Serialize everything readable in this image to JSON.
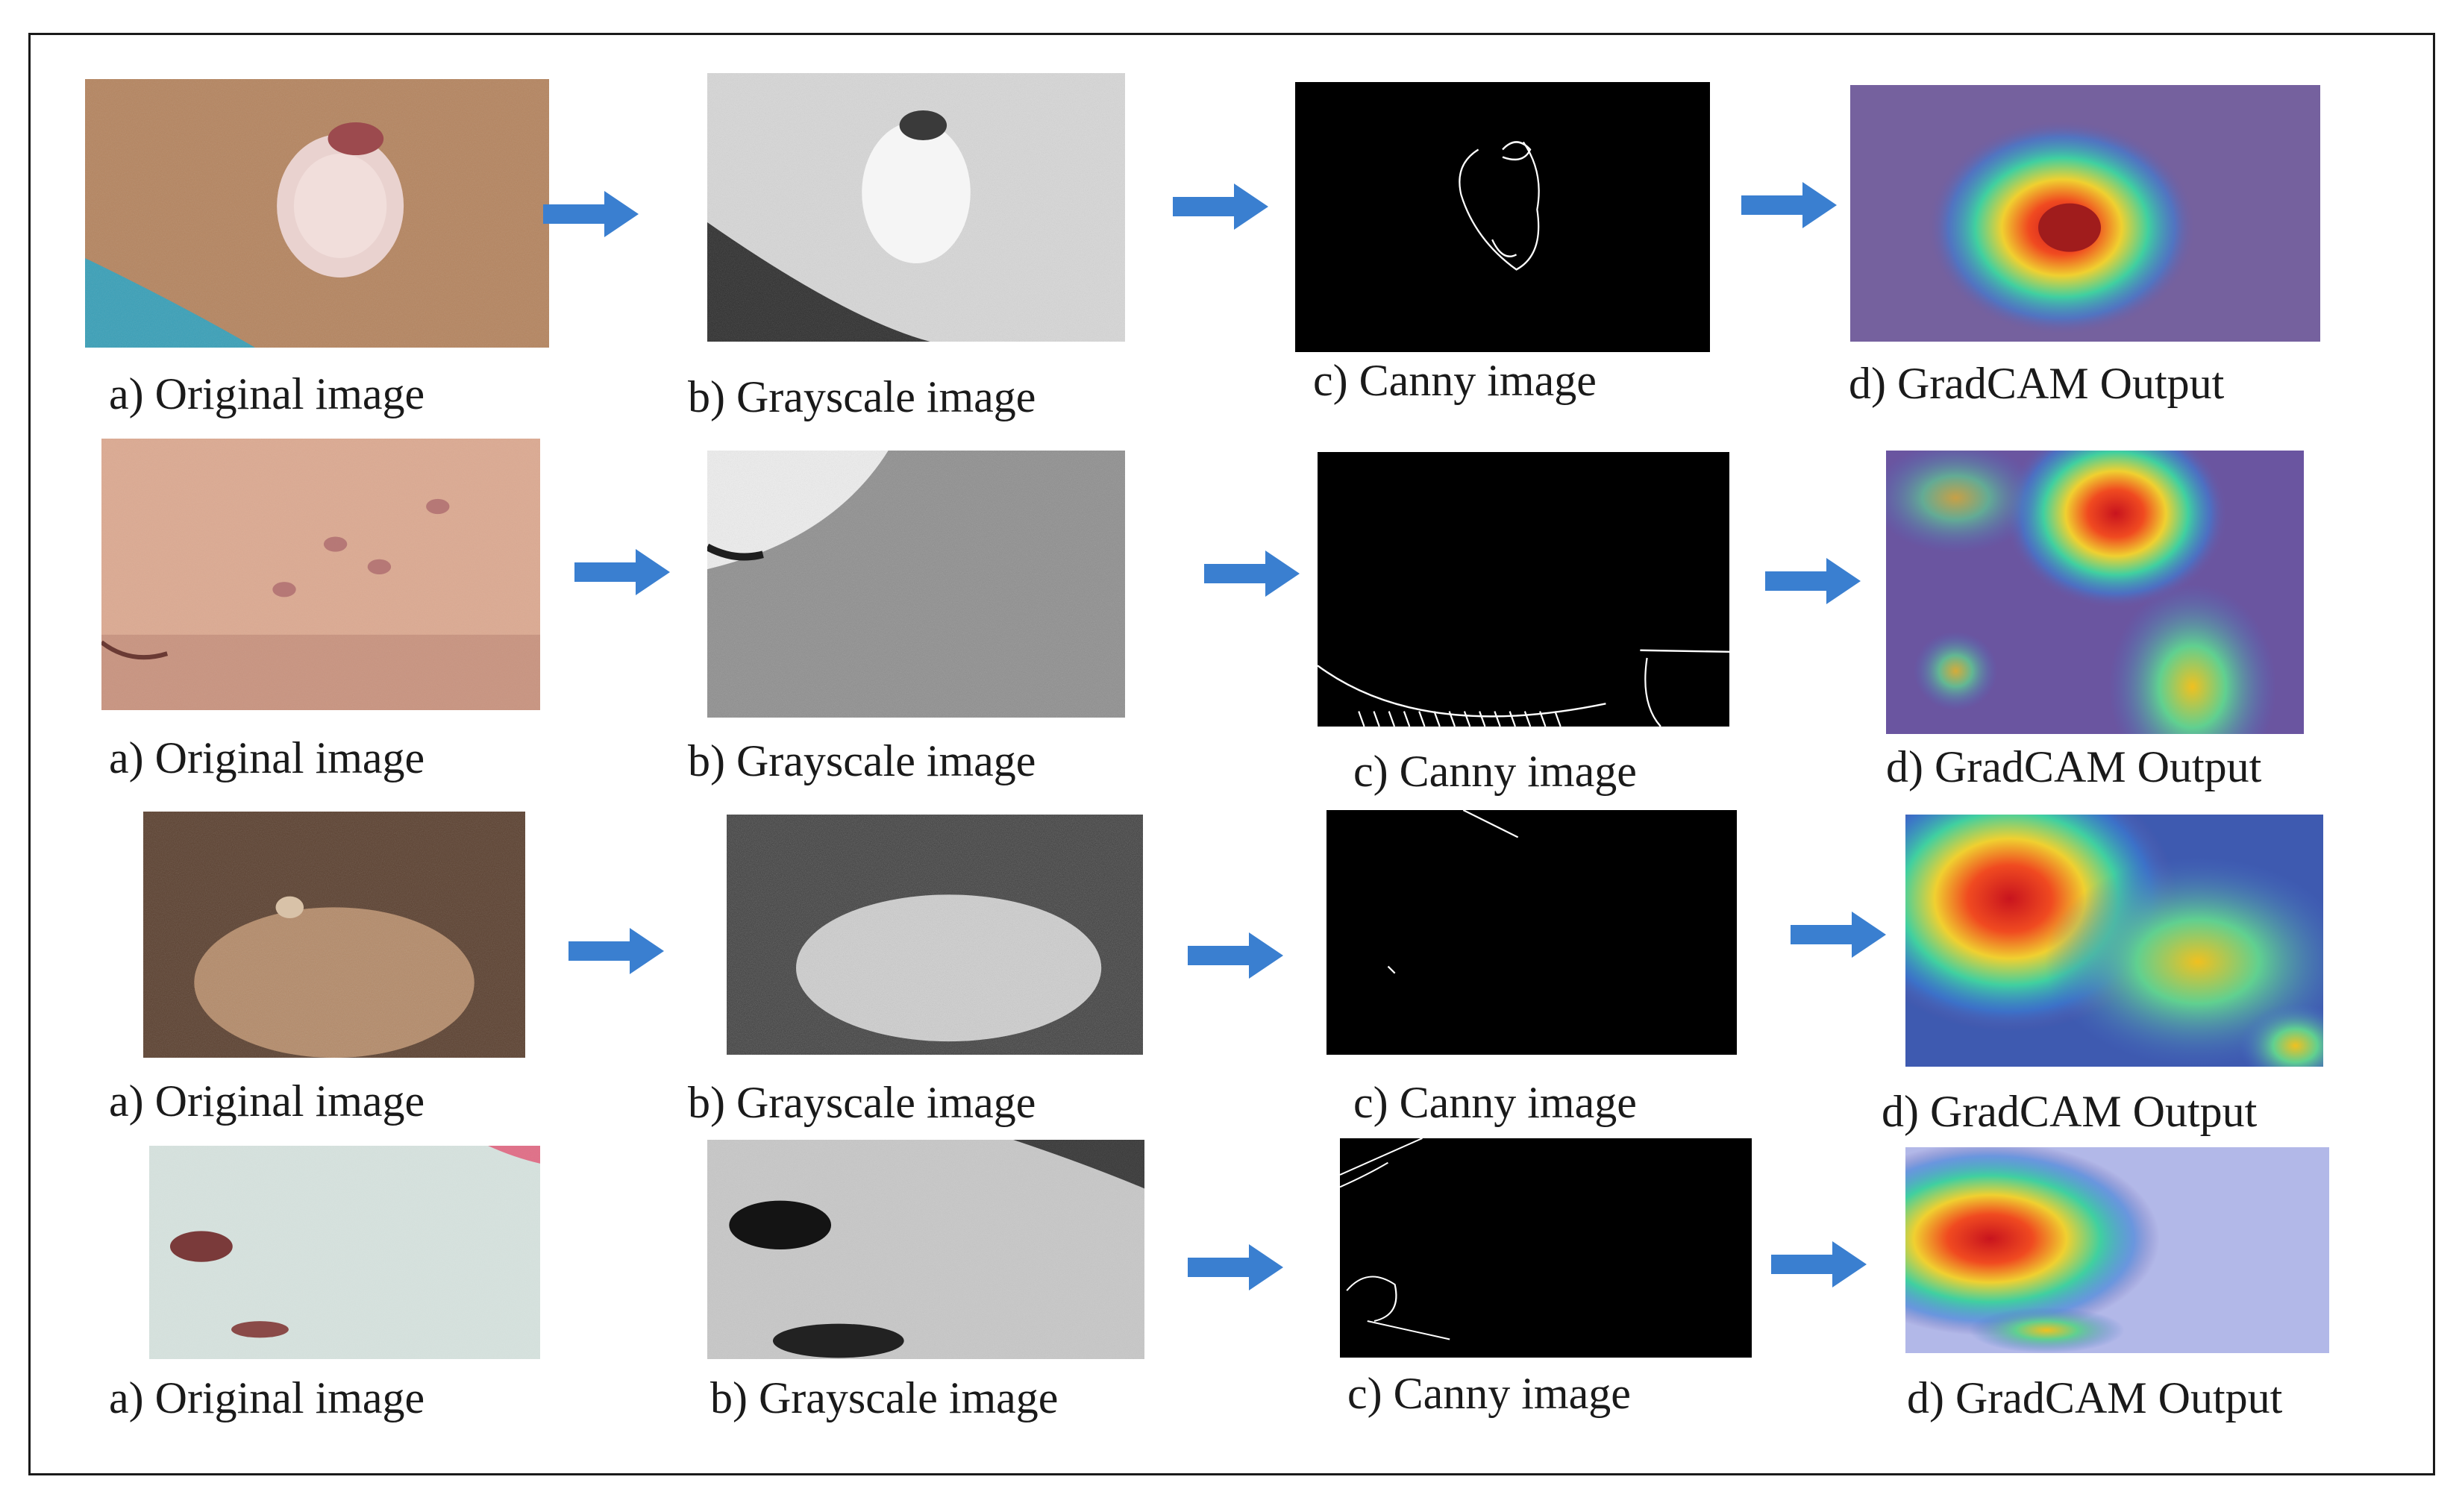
{
  "rows": [
    {
      "id": "row1",
      "panels": [
        {
          "kind": "orig",
          "variant": 1,
          "caption": "a) Original image"
        },
        {
          "kind": "gray",
          "variant": 1,
          "caption": "b) Grayscale image"
        },
        {
          "kind": "canny",
          "variant": 1,
          "caption": "c) Canny image"
        },
        {
          "kind": "cam",
          "variant": 1,
          "caption": "d) GradCAM Output"
        }
      ]
    },
    {
      "id": "row2",
      "panels": [
        {
          "kind": "orig",
          "variant": 2,
          "caption": "a) Original image"
        },
        {
          "kind": "gray",
          "variant": 2,
          "caption": "b) Grayscale image"
        },
        {
          "kind": "canny",
          "variant": 2,
          "caption": "c) Canny image"
        },
        {
          "kind": "cam",
          "variant": 2,
          "caption": "d) GradCAM Output"
        }
      ]
    },
    {
      "id": "row3",
      "panels": [
        {
          "kind": "orig",
          "variant": 3,
          "caption": "a) Original image"
        },
        {
          "kind": "gray",
          "variant": 3,
          "caption": "b) Grayscale image"
        },
        {
          "kind": "canny",
          "variant": 3,
          "caption": "c) Canny image"
        },
        {
          "kind": "cam",
          "variant": 3,
          "caption": "d) GradCAM Output"
        }
      ]
    },
    {
      "id": "row4",
      "panels": [
        {
          "kind": "orig",
          "variant": 4,
          "caption": "a) Original image"
        },
        {
          "kind": "gray",
          "variant": 4,
          "caption": "b) Grayscale image"
        },
        {
          "kind": "canny",
          "variant": 4,
          "caption": "c) Canny image"
        },
        {
          "kind": "cam",
          "variant": 4,
          "caption": "d) GradCAM Output"
        }
      ]
    }
  ],
  "colors": {
    "arrow": "#3a7fd0",
    "frame": "#1a1a1a",
    "canny_bg": "#000000",
    "canny_edge": "#ffffff"
  },
  "icons": {
    "arrow": "arrow-right-icon"
  }
}
